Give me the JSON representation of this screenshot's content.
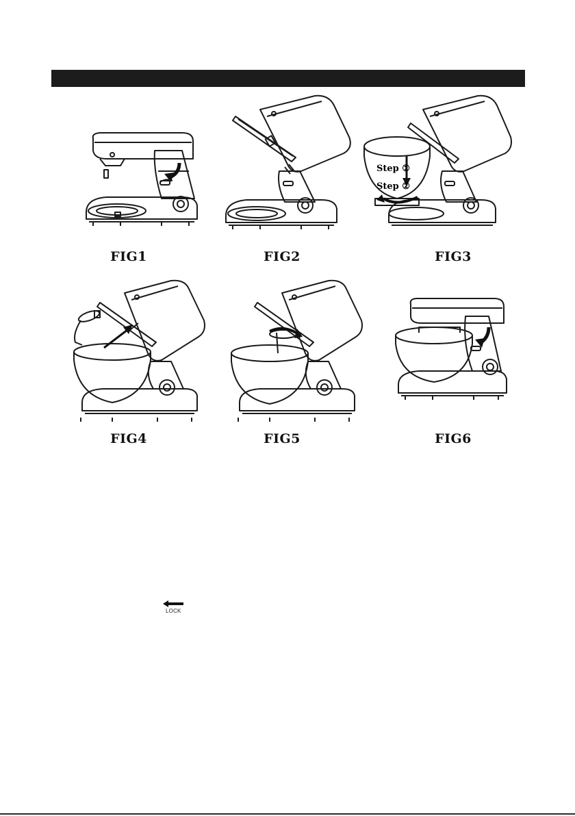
{
  "figures": [
    {
      "label": "FIG1"
    },
    {
      "label": "FIG2"
    },
    {
      "label": "FIG3"
    },
    {
      "label": "FIG4"
    },
    {
      "label": "FIG5"
    },
    {
      "label": "FIG6"
    }
  ],
  "fig3": {
    "step1": "Step ①",
    "step2": "Step ②"
  },
  "lock": {
    "text": "LOCK"
  }
}
